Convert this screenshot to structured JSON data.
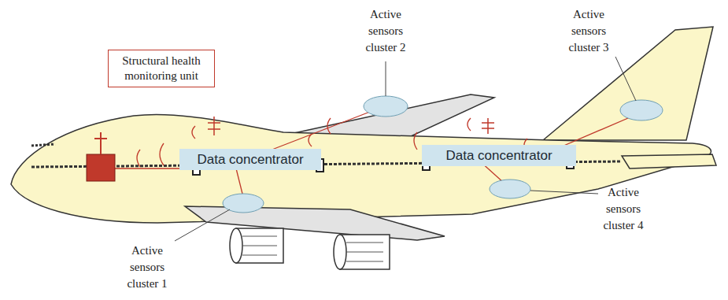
{
  "diagram": {
    "nodes": [
      {
        "text": [
          "Structural health monitoring unit"
        ]
      },
      {
        "text": [
          "Data concentrator"
        ]
      },
      {
        "text": [
          "Data concentrator"
        ]
      }
    ],
    "labels": [
      "Active sensors cluster 2",
      "Active sensors cluster 3",
      "Active sensors cluster 4",
      "Active sensors cluster 1"
    ]
  }
}
